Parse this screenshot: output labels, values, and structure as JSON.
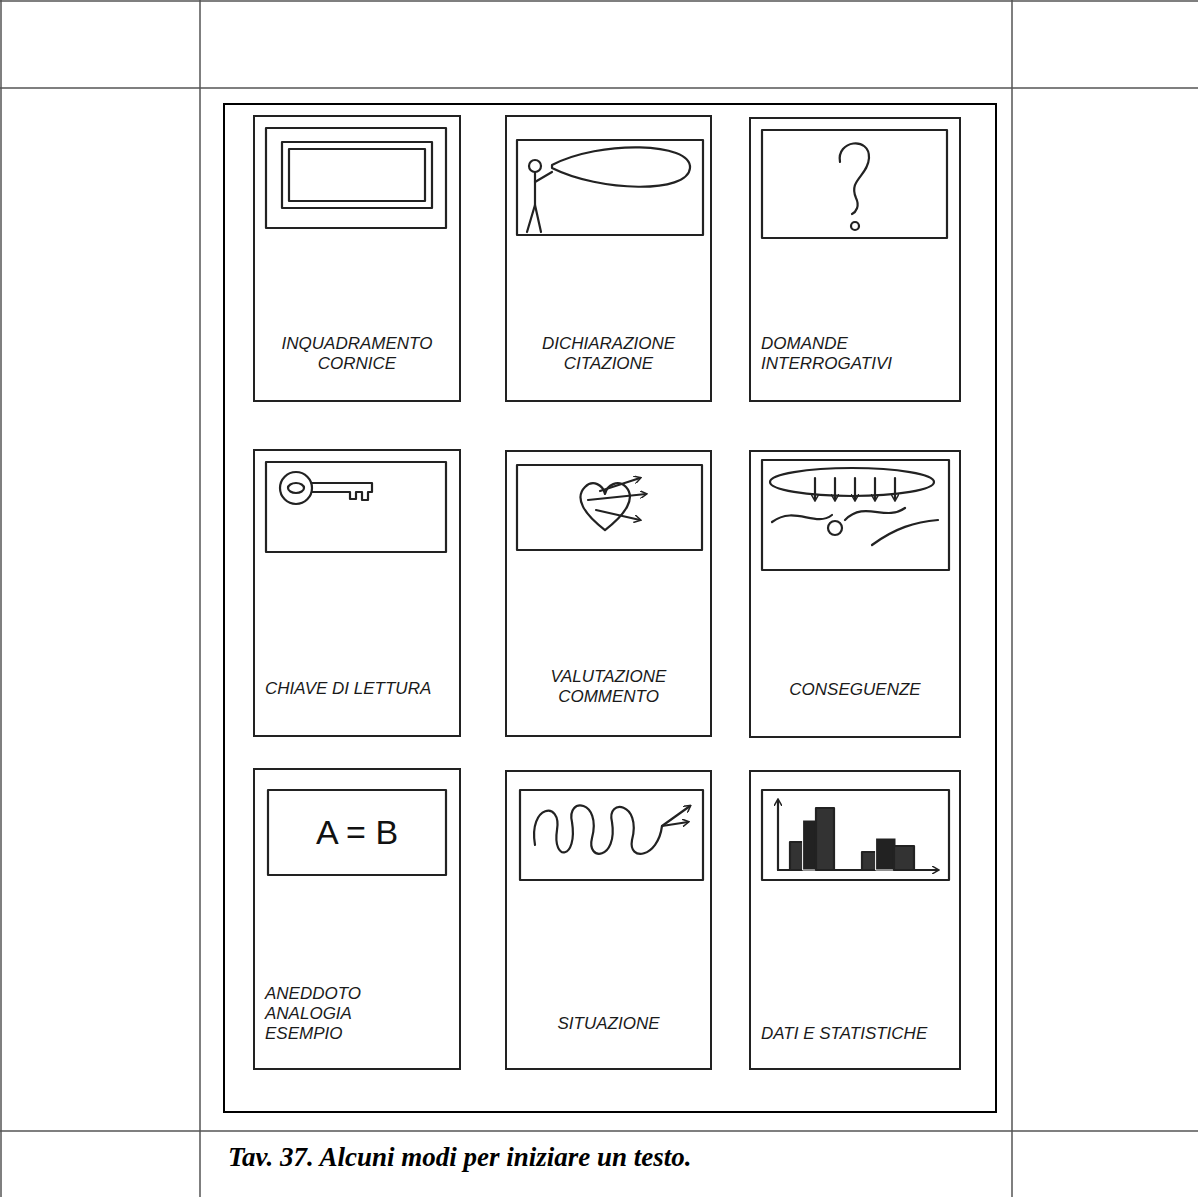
{
  "diagram": {
    "caption": "Tav. 37. Alcuni modi per iniziare un testo.",
    "nodes": [
      {
        "text": [
          "INQUADRAMENTO CORNICE"
        ]
      },
      {
        "text": [
          "DICHIARAZIONE CITAZIONE"
        ]
      },
      {
        "text": [
          "DOMANDE INTERROGATIVI"
        ]
      },
      {
        "text": [
          "CHIAVE DI LETTURA"
        ]
      },
      {
        "text": [
          "VALUTAZIONE COMMENTO"
        ]
      },
      {
        "text": [
          "CONSEGUENZE"
        ]
      },
      {
        "text": [
          "ANEDDOTO ANALOGIA ESEMPIO"
        ]
      },
      {
        "text": [
          "SITUAZIONE"
        ]
      },
      {
        "text": [
          "DATI E STATISTICHE"
        ]
      }
    ],
    "labels": [
      "A = B"
    ]
  }
}
